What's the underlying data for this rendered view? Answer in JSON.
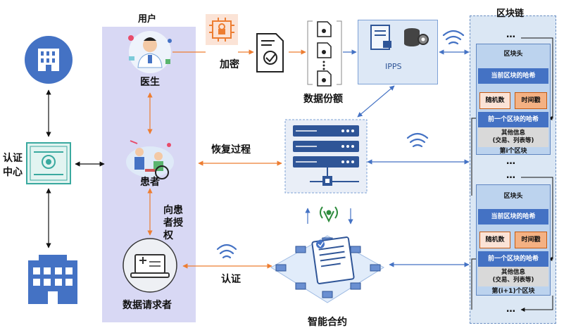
{
  "user_panel": {
    "title": "用户"
  },
  "doctor": {
    "label": "医生"
  },
  "patient": {
    "label": "患者"
  },
  "requester": {
    "label": "数据请求者"
  },
  "auth_center": {
    "label_line1": "认证",
    "label_line2": "中心"
  },
  "encrypt": {
    "label": "加密"
  },
  "shares": {
    "label": "数据份额"
  },
  "ipfs": {
    "label": "IPPS"
  },
  "recovery": {
    "label": "恢复过程"
  },
  "authorize": {
    "line1": "向患",
    "line2": "者授",
    "line3": "权"
  },
  "certify": {
    "label": "认证"
  },
  "contract": {
    "label": "智能合约"
  },
  "blockchain": {
    "title": "区块链",
    "ellipsis": "…",
    "blocks": [
      {
        "header": "区块头",
        "prev_hash": "当前区块的哈希",
        "nonce": "随机数",
        "timestamp": "时间戳",
        "curr_hash": "前一个区块的哈希",
        "other_line1": "其他信息",
        "other_line2": "(交易、列表等)",
        "index": "第i个区块"
      },
      {
        "header": "区块头",
        "prev_hash": "当前区块的哈希",
        "nonce": "随机数",
        "timestamp": "时间戳",
        "curr_hash": "前一个区块的哈希",
        "other_line1": "其他信息",
        "other_line2": "(交易、列表等)",
        "index": "第(i+1)个区块"
      }
    ]
  },
  "colors": {
    "user_panel": "#d8d8f4",
    "chain_panel": "#dbe7f4",
    "accent_blue": "#4472c4",
    "accent_orange": "#ed7d31",
    "server": "#2f5597"
  }
}
